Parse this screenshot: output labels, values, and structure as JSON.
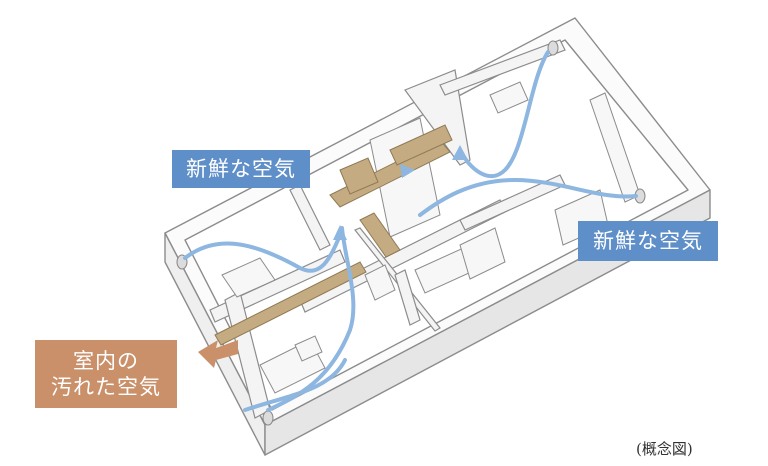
{
  "labels": {
    "fresh_air_left": "新鮮な空気",
    "fresh_air_right": "新鮮な空気",
    "dirty_air_line1": "室内の",
    "dirty_air_line2": "汚れた空気",
    "concept_note": "(概念図)"
  },
  "colors": {
    "fresh_air": "#5f8fc8",
    "airflow": "#8db6e0",
    "dirty_air": "#c9906a",
    "duct": "#b8a27a",
    "wall": "#9a9a9a"
  }
}
